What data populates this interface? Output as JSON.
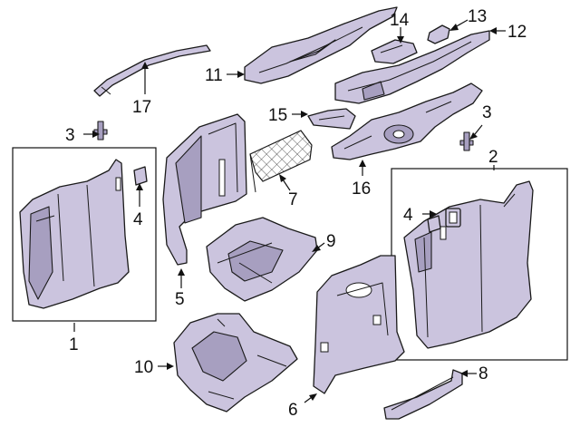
{
  "callouts": {
    "c1": "1",
    "c2": "2",
    "c3a": "3",
    "c3b": "3",
    "c4a": "4",
    "c4b": "4",
    "c5": "5",
    "c6": "6",
    "c7": "7",
    "c8": "8",
    "c9": "9",
    "c10": "10",
    "c11": "11",
    "c12": "12",
    "c13": "13",
    "c14": "14",
    "c15": "15",
    "c16": "16",
    "c17": "17"
  },
  "colors": {
    "part_fill": "#cbc4de",
    "part_shade": "#a79fc0",
    "line": "#1a1a1a"
  }
}
